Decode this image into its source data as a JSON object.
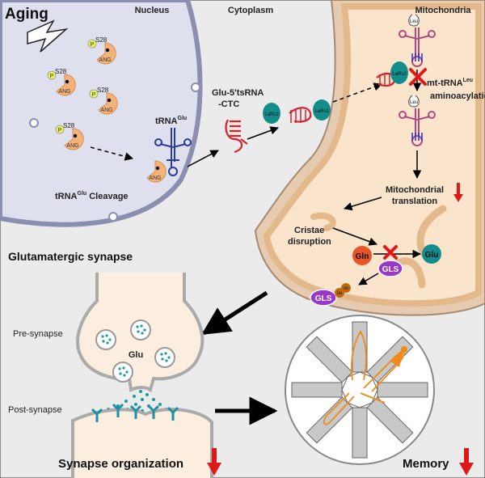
{
  "title": "Aging",
  "regions": {
    "nucleus": "Nucleus",
    "cytoplasm": "Cytoplasm",
    "mitochondria": "Mitochondria"
  },
  "molecules": {
    "phospho": "P",
    "s28": "S28",
    "ang": "ANG",
    "leu": "Leu",
    "lars2": "LaRs2",
    "gln": "Gln",
    "glu": "Glu",
    "gls": "GLS",
    "ub": "Ub"
  },
  "labels": {
    "trna_glu_base": "tRNA",
    "trna_glu_sup": "Glu",
    "cleavage_base": "tRNA",
    "cleavage_sup": "Glu",
    "cleavage_rest": " Cleavage",
    "tsrna_line1": "Glu-5'tsRNA",
    "tsrna_line2": "-CTC",
    "aminoacylation_line1_base": "mt-tRNA",
    "aminoacylation_line1_sup": "Leu",
    "aminoacylation_line2": "aminoacylation",
    "translation_line1": "Mitochondrial",
    "translation_line2": "translation",
    "cristae_line1": "Cristae",
    "cristae_line2": "disruption",
    "synapse_title": "Glutamatergic synapse",
    "pre_synapse": "Pre-synapse",
    "post_synapse": "Post-synapse",
    "vesicle_glu": "Glu",
    "synapse_organization": "Synapse organization",
    "memory": "Memory"
  },
  "colors": {
    "ang": "#f5b37a",
    "nucleus_fill": "#dfe0ee",
    "nucleus_border": "#8a8fb0",
    "mito_fill": "#fbe4cc",
    "mito_border": "#e3b98c",
    "trna_glu": "#2a3aa0",
    "tsrna": "#d8232a",
    "mt_trna": "#b04a80",
    "teal": "#1a9c9c",
    "gln": "#e8542a",
    "gls": "#9b37c9",
    "ub": "#c06a10",
    "down_arrow": "#e01818",
    "maze_arm": "#c8c8c8",
    "path_orange": "#f08a18"
  },
  "icons": [
    "lightning-icon",
    "down-arrow-icon",
    "cross-mark-icon",
    "radial-arm-maze-icon"
  ]
}
